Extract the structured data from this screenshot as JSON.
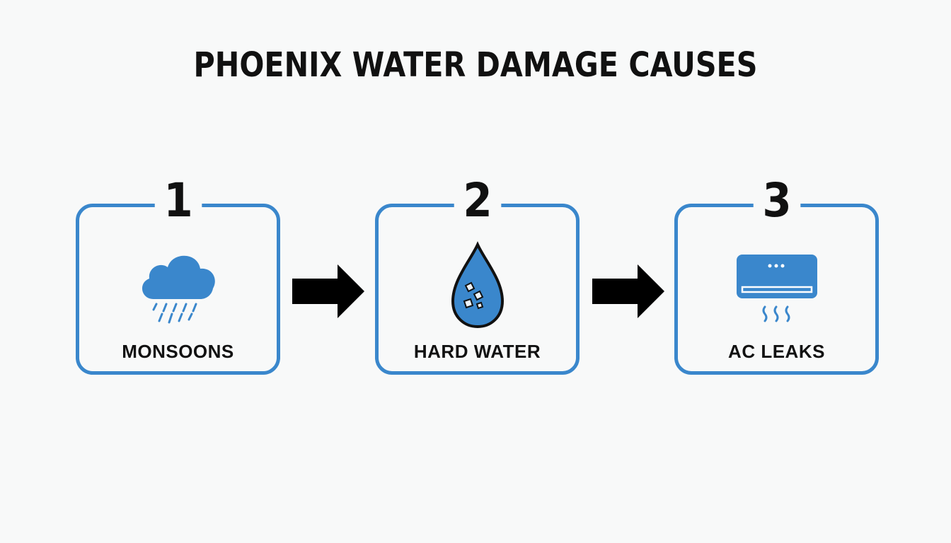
{
  "title": "PHOENIX WATER DAMAGE CAUSES",
  "accent_color": "#3a87cc",
  "steps": [
    {
      "number": "1",
      "label": "MONSOONS",
      "icon": "rain-cloud-icon"
    },
    {
      "number": "2",
      "label": "HARD WATER",
      "icon": "water-drop-minerals-icon"
    },
    {
      "number": "3",
      "label": "AC LEAKS",
      "icon": "air-conditioner-icon"
    }
  ],
  "connectors": [
    "right-arrow-icon",
    "right-arrow-icon"
  ]
}
